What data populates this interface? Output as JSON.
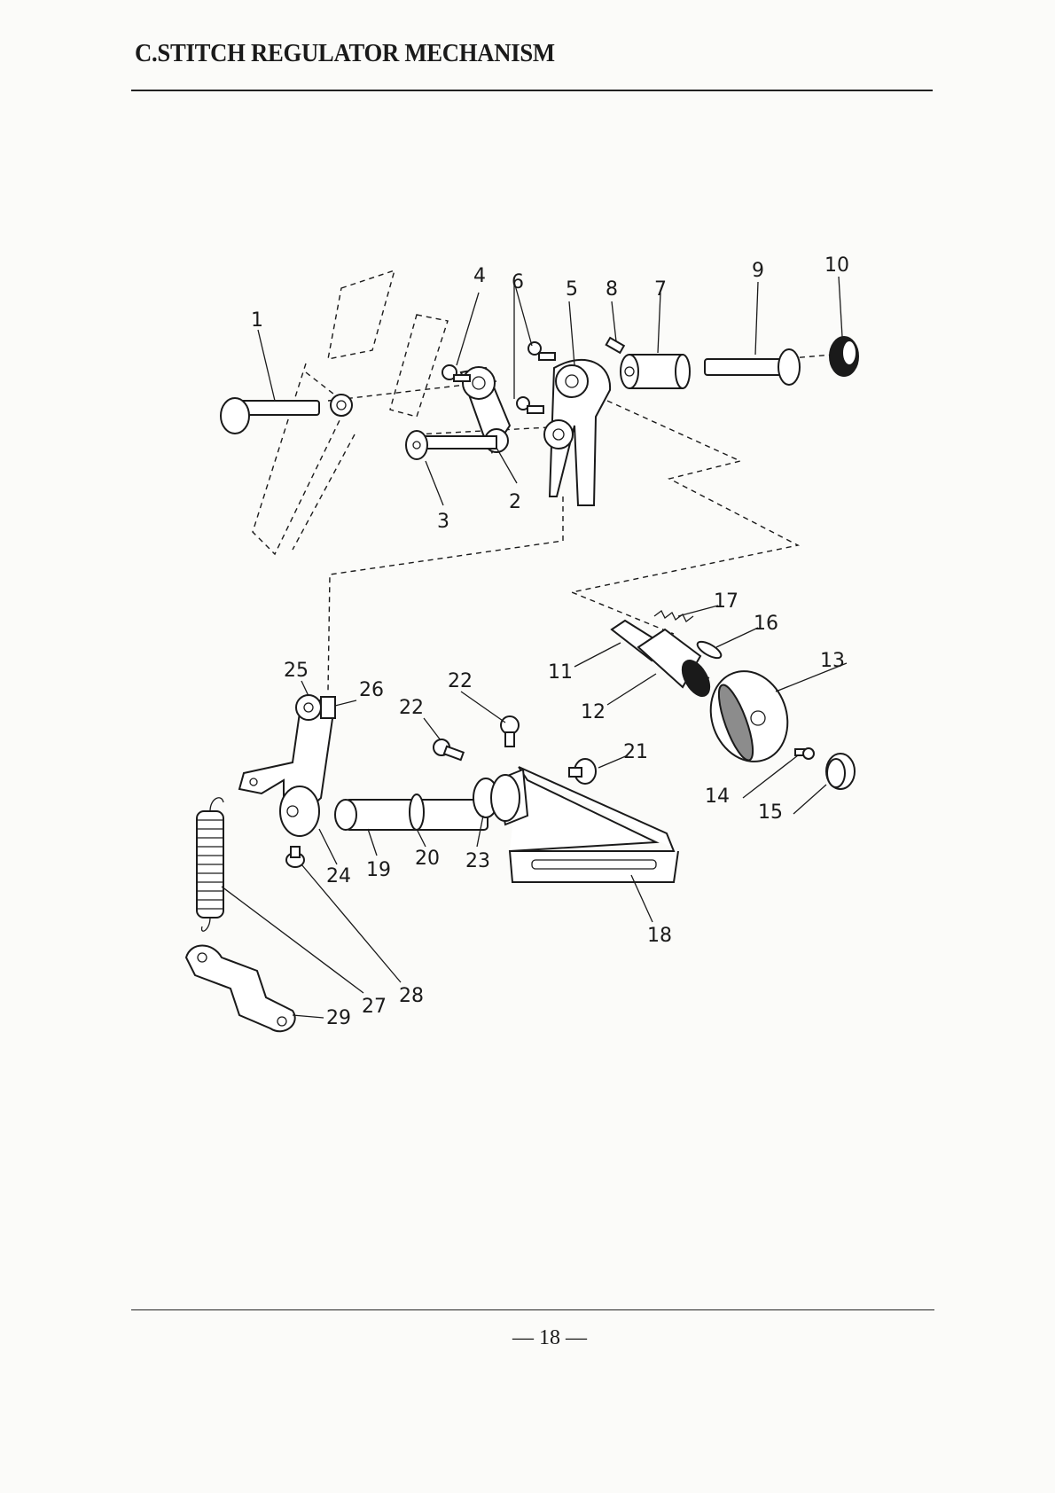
{
  "header": {
    "title": "C.STITCH REGULATOR MECHANISM"
  },
  "footer": {
    "page_number": "— 18 —"
  },
  "diagram": {
    "part_labels": [
      "1",
      "2",
      "3",
      "4",
      "5",
      "6",
      "7",
      "8",
      "9",
      "10",
      "11",
      "12",
      "13",
      "14",
      "15",
      "16",
      "17",
      "18",
      "19",
      "20",
      "21",
      "22",
      "22",
      "23",
      "24",
      "25",
      "26",
      "27",
      "28",
      "29"
    ]
  }
}
